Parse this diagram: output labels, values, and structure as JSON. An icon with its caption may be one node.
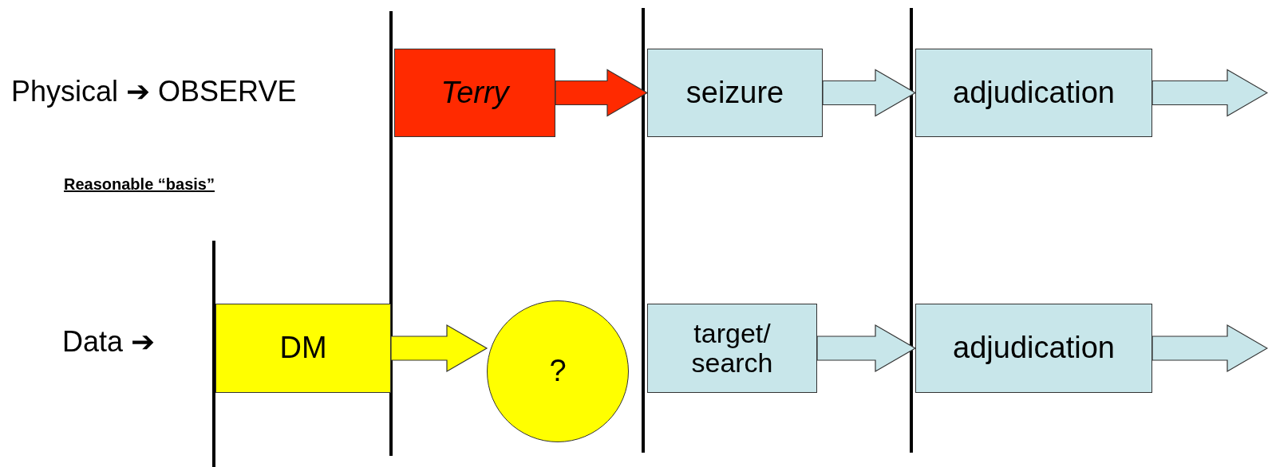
{
  "diagram": {
    "nodes": [
      {
        "text": [
          "Terry"
        ]
      },
      {
        "text": [
          "seizure"
        ]
      },
      {
        "text": [
          "adjudication"
        ]
      },
      {
        "text": [
          "DM"
        ]
      },
      {
        "text": [
          "?"
        ]
      },
      {
        "text": [
          "target/ search"
        ]
      },
      {
        "text": [
          "adjudication"
        ]
      }
    ],
    "edges": [
      {
        "from": 0,
        "to": 1,
        "arrow": "to",
        "color": "#ff2a00"
      },
      {
        "from": 1,
        "to": 2,
        "arrow": "to"
      },
      {
        "from": 2,
        "to": null,
        "arrow": "to"
      },
      {
        "from": 3,
        "to": 4,
        "arrow": "to",
        "color": "#ffff00"
      },
      {
        "from": 5,
        "to": 6,
        "arrow": "to"
      },
      {
        "from": 6,
        "to": null,
        "arrow": "to"
      }
    ],
    "labels": [
      "Physical ➔ OBSERVE",
      "Reasonable “basis”",
      "Data ➔"
    ]
  }
}
